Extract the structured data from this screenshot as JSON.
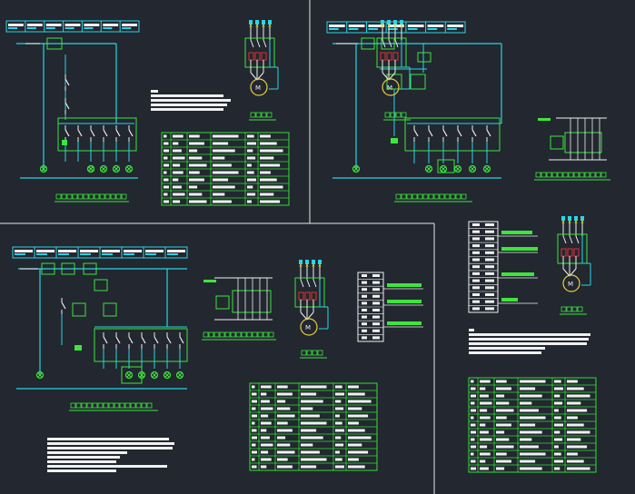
{
  "theme": {
    "background": "#222730",
    "panel_border": "#e8e8e8",
    "wire_cyan": "#2ad4e6",
    "component_green": "#3ce63c",
    "table_green": "#2ee02e",
    "contact_white": "#f0f0f0",
    "motor_yellow": "#e6d23c",
    "fuse_red": "#e03030"
  },
  "sheets": [
    {
      "id": "sheet-1",
      "circuit_caption": "",
      "main_circuit_caption": ""
    },
    {
      "id": "sheet-2",
      "circuit_caption": "",
      "main_circuit_caption": "",
      "side_caption": ""
    },
    {
      "id": "sheet-3",
      "circuit_caption": "",
      "main_circuit_caption": "",
      "side_caption": ""
    },
    {
      "id": "sheet-4",
      "main_circuit_caption": ""
    }
  ]
}
